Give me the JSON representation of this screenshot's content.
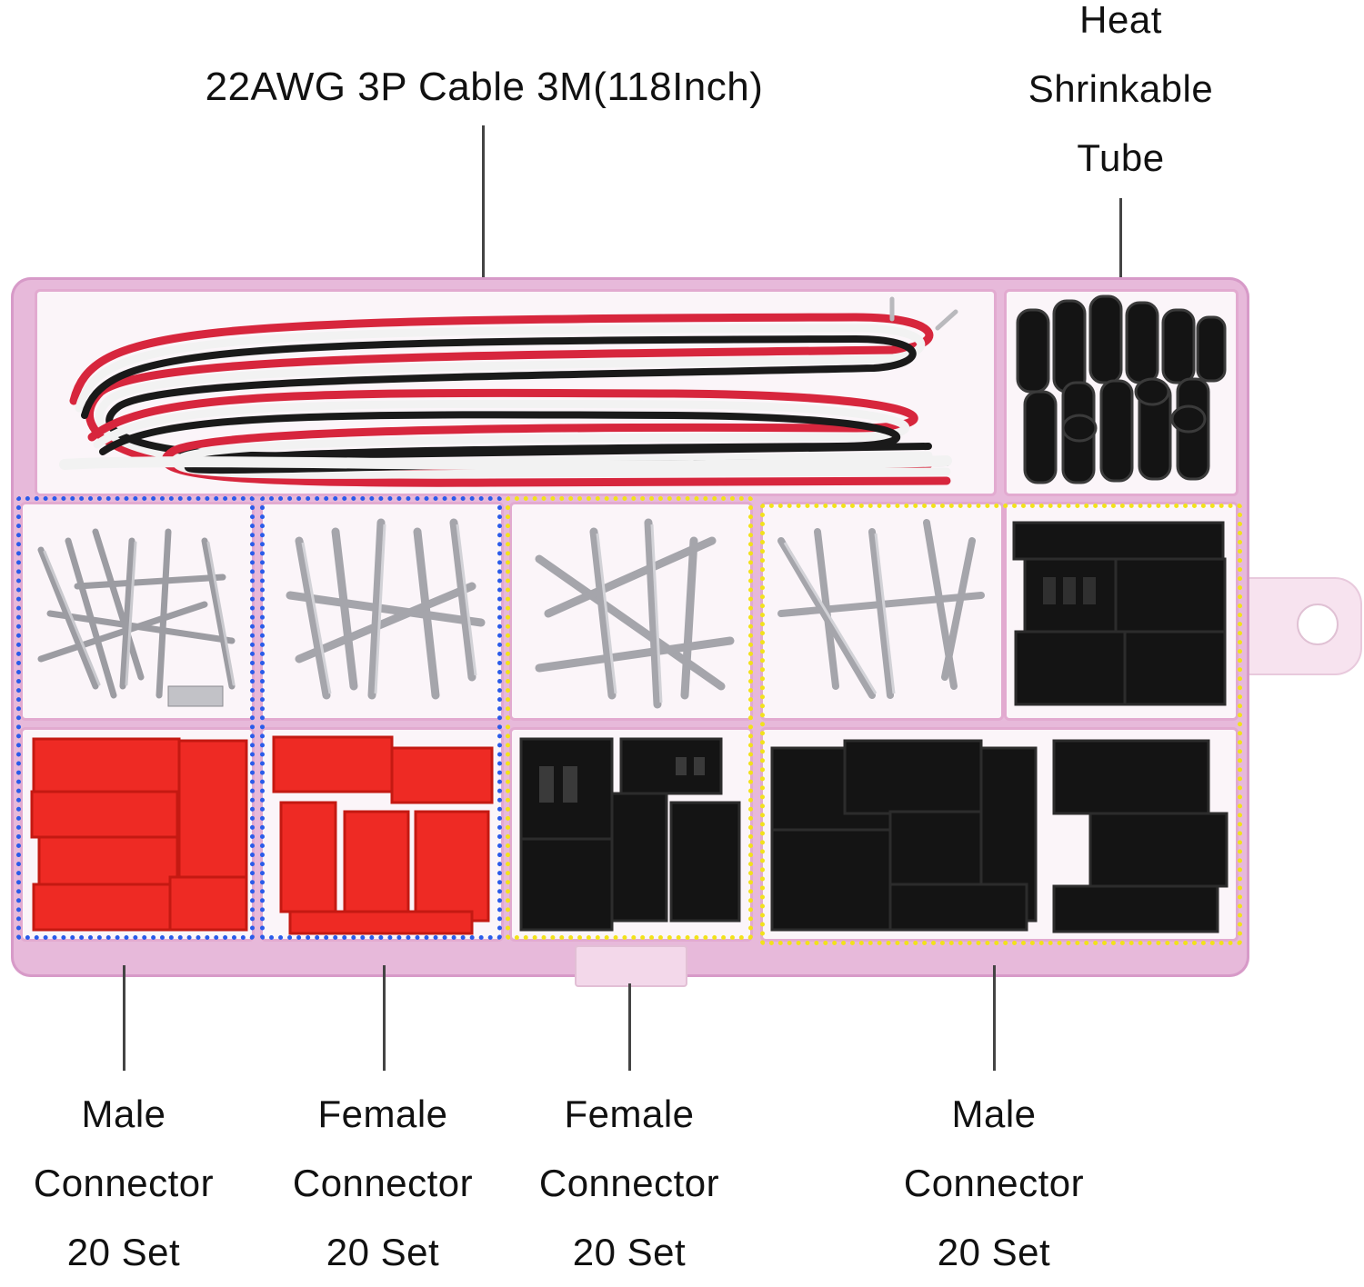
{
  "labels": {
    "cable": "22AWG 3P Cable 3M(118Inch)",
    "tube": [
      "Heat",
      "Shrinkable",
      "Tube"
    ],
    "male_left": [
      "Male",
      "Connector",
      "20 Set"
    ],
    "female_left": [
      "Female",
      "Connector",
      "20 Set"
    ],
    "female_right": [
      "Female",
      "Connector",
      "20 Set"
    ],
    "male_right": [
      "Male",
      "Connector",
      "20 Set"
    ]
  },
  "colors": {
    "box": "#e7b9da",
    "wire_red": "#d7263d",
    "wire_black": "#1a1a1a",
    "wire_white": "#f2f2f2",
    "housing_red": "#ee2a24",
    "housing_black": "#141414",
    "terminal_silver": "#b9b9bd",
    "group_blue": "#2a5bea",
    "group_yellow": "#f2e21a"
  }
}
